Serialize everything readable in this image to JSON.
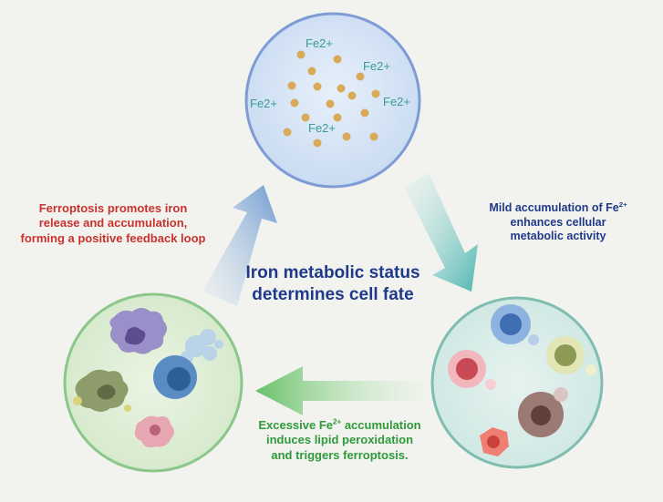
{
  "center_title": {
    "line1": "Iron metabolic status",
    "line2": "determines cell fate"
  },
  "fe_labels": [
    "Fe2+",
    "Fe2+",
    "Fe2+",
    "Fe2+",
    "Fe2+"
  ],
  "left_text": {
    "line1": "Ferroptosis promotes iron",
    "line2": "release and accumulation,",
    "line3": "forming a positive feedback loop"
  },
  "right_text": {
    "line1_prefix": "Mild accumulation of Fe",
    "line1_sup": "2+",
    "line2": "enhances cellular",
    "line3": "metabolic activity"
  },
  "bottom_text": {
    "line1_prefix": "Excessive Fe",
    "line1_sup": "2+",
    "line1_suffix": " accumulation",
    "line2": "induces lipid peroxidation",
    "line3": "and triggers ferroptosis."
  },
  "colors": {
    "top_circle_fill": "#cfe0f3",
    "top_circle_stroke": "#7e9bd6",
    "left_circle_fill": "#dfeed6",
    "left_circle_stroke": "#8cc78a",
    "right_circle_fill": "#d6ece8",
    "right_circle_stroke": "#7fbdb0",
    "iron_dot": "#d9aa5a",
    "left_text": "#c8322f",
    "right_text": "#1f3a8a",
    "bottom_text": "#2e9a3c"
  }
}
